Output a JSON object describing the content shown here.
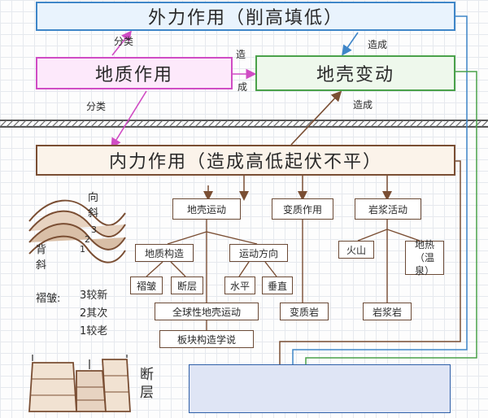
{
  "boxes": {
    "external": "外力作用（削高填低）",
    "geologic": "地质作用",
    "crust": "地壳变动",
    "internal": "内力作用（造成高低起伏不平）",
    "crust_movement": "地壳运动",
    "metamorphism": "变质作用",
    "magma": "岩浆活动",
    "structure": "地质构造",
    "direction": "运动方向",
    "fold": "褶皱",
    "fault": "断层",
    "horizontal": "水平",
    "vertical": "垂直",
    "global_movement": "全球性地壳运动",
    "plate_tectonics": "板块构造学说",
    "metamorphic_rock": "变质岩",
    "volcano": "火山",
    "geothermal": "地热（温泉）",
    "magmatic_rock": "岩浆岩"
  },
  "labels": {
    "classify_1": "分类",
    "classify_2": "分类",
    "cause_1": "造成",
    "cause_2": "造",
    "cause_3": "成",
    "cause_4": "造成"
  },
  "sketch": {
    "syncline": "向斜",
    "anticline": "背斜",
    "layer_3": "3",
    "layer_2": "2",
    "layer_1": "1",
    "fold_age_title": "褶皱:",
    "age_new": "3较新",
    "age_mid": "2其次",
    "age_old": "1较老",
    "fault_label": "断层"
  },
  "colors": {
    "external": "#3f86c8",
    "geologic": "#d04cc4",
    "crust": "#4aa14a",
    "internal": "#7a4e33",
    "bottom_box": "#dfe5f5",
    "bottom_border": "#2e5fa8"
  }
}
